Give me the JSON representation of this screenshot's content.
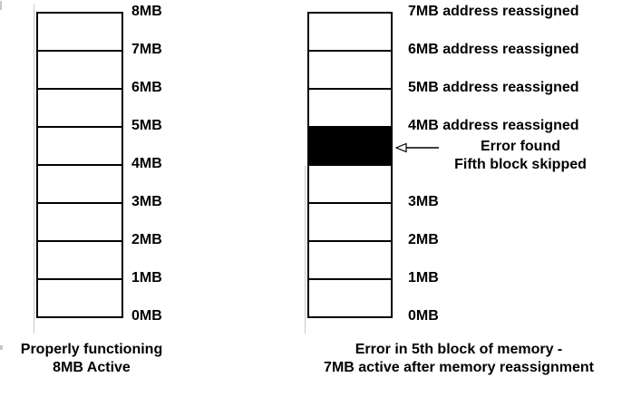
{
  "left_diagram": {
    "labels": [
      "8MB",
      "7MB",
      "6MB",
      "5MB",
      "4MB",
      "3MB",
      "2MB",
      "1MB",
      "0MB"
    ],
    "blocks": [
      {
        "state": "normal"
      },
      {
        "state": "normal"
      },
      {
        "state": "normal"
      },
      {
        "state": "normal"
      },
      {
        "state": "normal"
      },
      {
        "state": "normal"
      },
      {
        "state": "normal"
      },
      {
        "state": "normal"
      }
    ],
    "caption": [
      "Properly functioning",
      "8MB Active"
    ]
  },
  "right_diagram": {
    "labels": [
      "7MB address reassigned",
      "6MB address reassigned",
      "5MB address reassigned",
      "4MB address reassigned",
      "3MB",
      "2MB",
      "1MB",
      "0MB"
    ],
    "blocks": [
      {
        "state": "normal"
      },
      {
        "state": "normal"
      },
      {
        "state": "normal"
      },
      {
        "state": "filled"
      },
      {
        "state": "normal"
      },
      {
        "state": "normal"
      },
      {
        "state": "normal"
      },
      {
        "state": "normal"
      }
    ],
    "error_note": [
      "Error found",
      "Fifth block skipped"
    ],
    "error_block_from_bottom": 5,
    "caption": [
      "Error in 5th block of memory -",
      "7MB active after memory reassignment"
    ]
  },
  "colors": {
    "ink": "#000000",
    "error_block_fill": "#000000",
    "background": "#ffffff",
    "guide_line": "#c9c9c9"
  }
}
